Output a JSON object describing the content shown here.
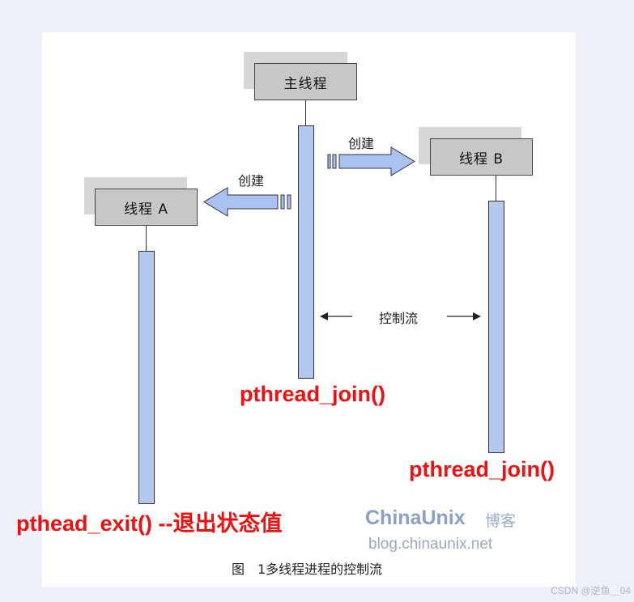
{
  "diagram": {
    "main_thread": "主线程",
    "thread_a": "线程 A",
    "thread_b": "线程 B",
    "create_label_a": "创建",
    "create_label_b": "创建",
    "control_flow": "控制流",
    "join_main": "pthread_join()",
    "join_b": "pthread_join()",
    "exit_a": "pthead_exit() --退出状态值",
    "logo_main": "ChinaUnix",
    "logo_cn": "博客",
    "logo_url": "blog.chinaunix.net",
    "caption": "图　1多线程进程的控制流"
  },
  "watermark": "CSDN @逆鱼＿04",
  "colors": {
    "bar_fill": "#b4c7ee",
    "box_fill": "#c7c7c7",
    "arrow_fill": "#aac2f2",
    "annotation": "#ee1111"
  }
}
